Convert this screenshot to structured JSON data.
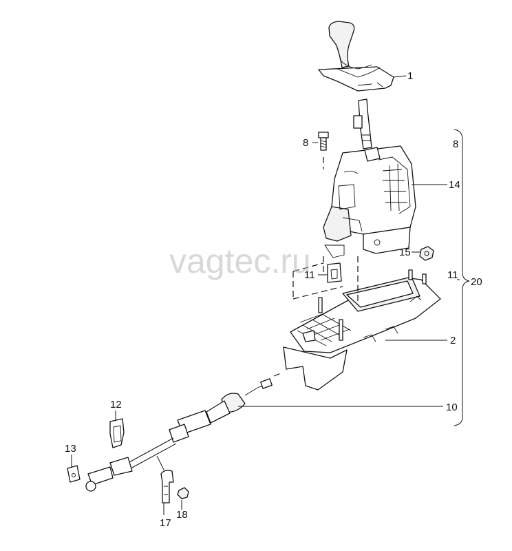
{
  "watermark": "vagtec.ru",
  "callouts": {
    "c1": "1",
    "c2": "2",
    "c8a": "8",
    "c8b": "8",
    "c10": "10",
    "c11a": "11",
    "c11b": "11",
    "c12": "12",
    "c13": "13",
    "c14": "14",
    "c15": "15",
    "c17": "17",
    "c18": "18",
    "c20": "20"
  }
}
